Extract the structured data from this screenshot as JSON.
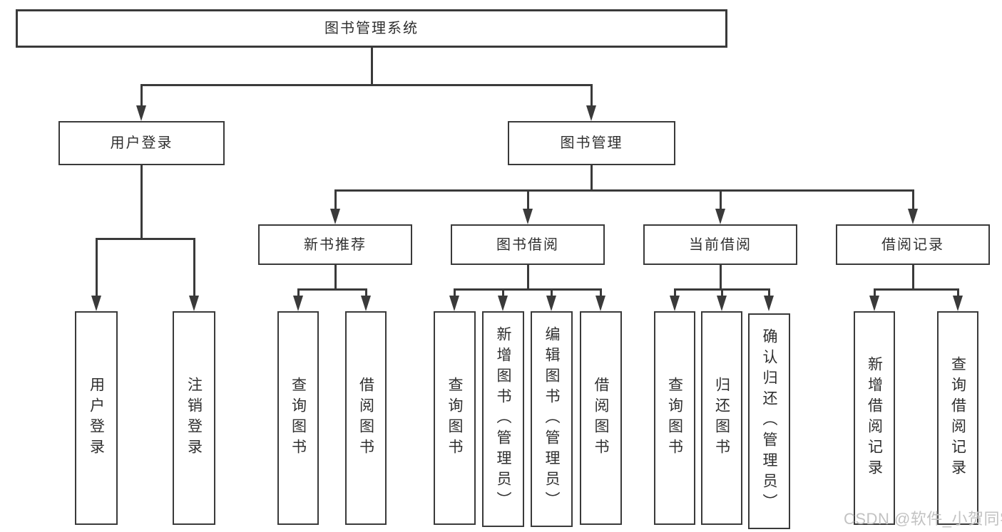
{
  "root": {
    "label": "图书管理系统"
  },
  "branches": {
    "user_login": {
      "label": "用户登录"
    },
    "book_management": {
      "label": "图书管理"
    }
  },
  "modules": {
    "new_book_recommendation": {
      "label": "新书推荐"
    },
    "book_borrowing": {
      "label": "图书借阅"
    },
    "current_borrowing": {
      "label": "当前借阅"
    },
    "borrowing_records": {
      "label": "借阅记录"
    }
  },
  "functions": {
    "user_login": "用户登录",
    "logout_login": "注销登录",
    "query_books_recommend": "查询图书",
    "borrow_books_recommend": "借阅图书",
    "query_books_borrowing": "查询图书",
    "add_books_admin": "新增图书（管理员）",
    "edit_books_admin": "编辑图书（管理员）",
    "borrow_books_borrowing": "借阅图书",
    "query_books_current": "查询图书",
    "return_books": "归还图书",
    "confirm_return_admin": "确认归还（管理员）",
    "add_borrowing_record": "新增借阅记录",
    "query_borrowing_record": "查询借阅记录"
  },
  "watermark": "CSDN @软件_小贺同学",
  "colors": {
    "line": "#3a3a3a",
    "text": "#2f2f2f",
    "box-bg": "#ffffff",
    "watermark": "#c2c2c2",
    "bg": "#ffffff"
  }
}
